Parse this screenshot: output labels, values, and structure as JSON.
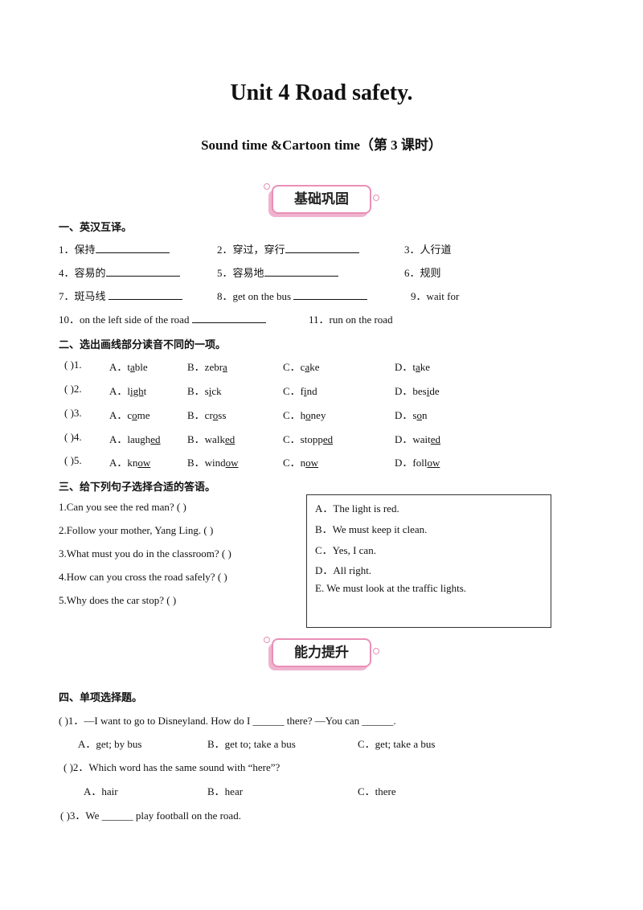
{
  "title": "Unit 4 Road safety.",
  "subtitle": "Sound  time  &Cartoon  time（第 3 课时）",
  "banners": {
    "basic": "基础巩固",
    "advanced": "能力提升"
  },
  "section1": {
    "heading": "一、英汉互译。",
    "items": [
      "1．保持",
      "2．穿过，穿行",
      "3．人行道",
      "4．容易的",
      "5．容易地",
      "6．规则",
      "7．斑马线",
      "8．get on the bus",
      "9．wait for",
      "10．on the left side of the road",
      "11．run on the road"
    ]
  },
  "section2": {
    "heading": "二、选出画线部分读音不同的一项。",
    "rows": [
      {
        "num": "1",
        "a": [
          "t",
          "a",
          "ble"
        ],
        "b": [
          "zebr",
          "a",
          ""
        ],
        "c": [
          "c",
          "a",
          "ke"
        ],
        "d": [
          "t",
          "a",
          "ke"
        ]
      },
      {
        "num": "2",
        "a": [
          "l",
          "igh",
          "t"
        ],
        "b": [
          "s",
          "i",
          "ck"
        ],
        "c": [
          "f",
          "i",
          "nd"
        ],
        "d": [
          "bes",
          "i",
          "de"
        ]
      },
      {
        "num": "3",
        "a": [
          "c",
          "o",
          "me"
        ],
        "b": [
          "cr",
          "o",
          "ss"
        ],
        "c": [
          "h",
          "o",
          "ney"
        ],
        "d": [
          "s",
          "o",
          "n"
        ]
      },
      {
        "num": "4",
        "a": [
          "laugh",
          "ed",
          ""
        ],
        "b": [
          "walk",
          "ed",
          ""
        ],
        "c": [
          "stopp",
          "ed",
          ""
        ],
        "d": [
          "wait",
          "ed",
          ""
        ]
      },
      {
        "num": "5",
        "a": [
          "kn",
          "ow",
          ""
        ],
        "b": [
          "wind",
          "ow",
          ""
        ],
        "c": [
          "n",
          "ow",
          ""
        ],
        "d": [
          "foll",
          "ow",
          ""
        ]
      }
    ]
  },
  "section3": {
    "heading": "三、给下列句子选择合适的答语。",
    "questions": [
      "1.Can you see the red man? (          )",
      "2.Follow your mother, Yang Ling. (          )",
      "3.What must you do in the classroom? (          )",
      "4.How can you cross the road safely? (          )",
      "5.Why does the car stop? (          )"
    ],
    "answers": [
      "A．The light is red.",
      "B．We must keep it clean.",
      "C．Yes, I can.",
      "D．All right.",
      "E. We must look at the traffic lights."
    ]
  },
  "section4": {
    "heading": "四、单项选择题。",
    "q1": "(        )1．—I want to go to Disneyland. How do I ______ there? —You can ______.",
    "q1_options": [
      "A．get; by bus",
      "B．get to; take a bus",
      "C．get; take a bus"
    ],
    "q2": "(        )2．Which word has the same sound with “here”?",
    "q2_options": [
      "A．hair",
      "B．hear",
      "C．there"
    ],
    "q3": "(        )3．We ______ play football on the road."
  }
}
